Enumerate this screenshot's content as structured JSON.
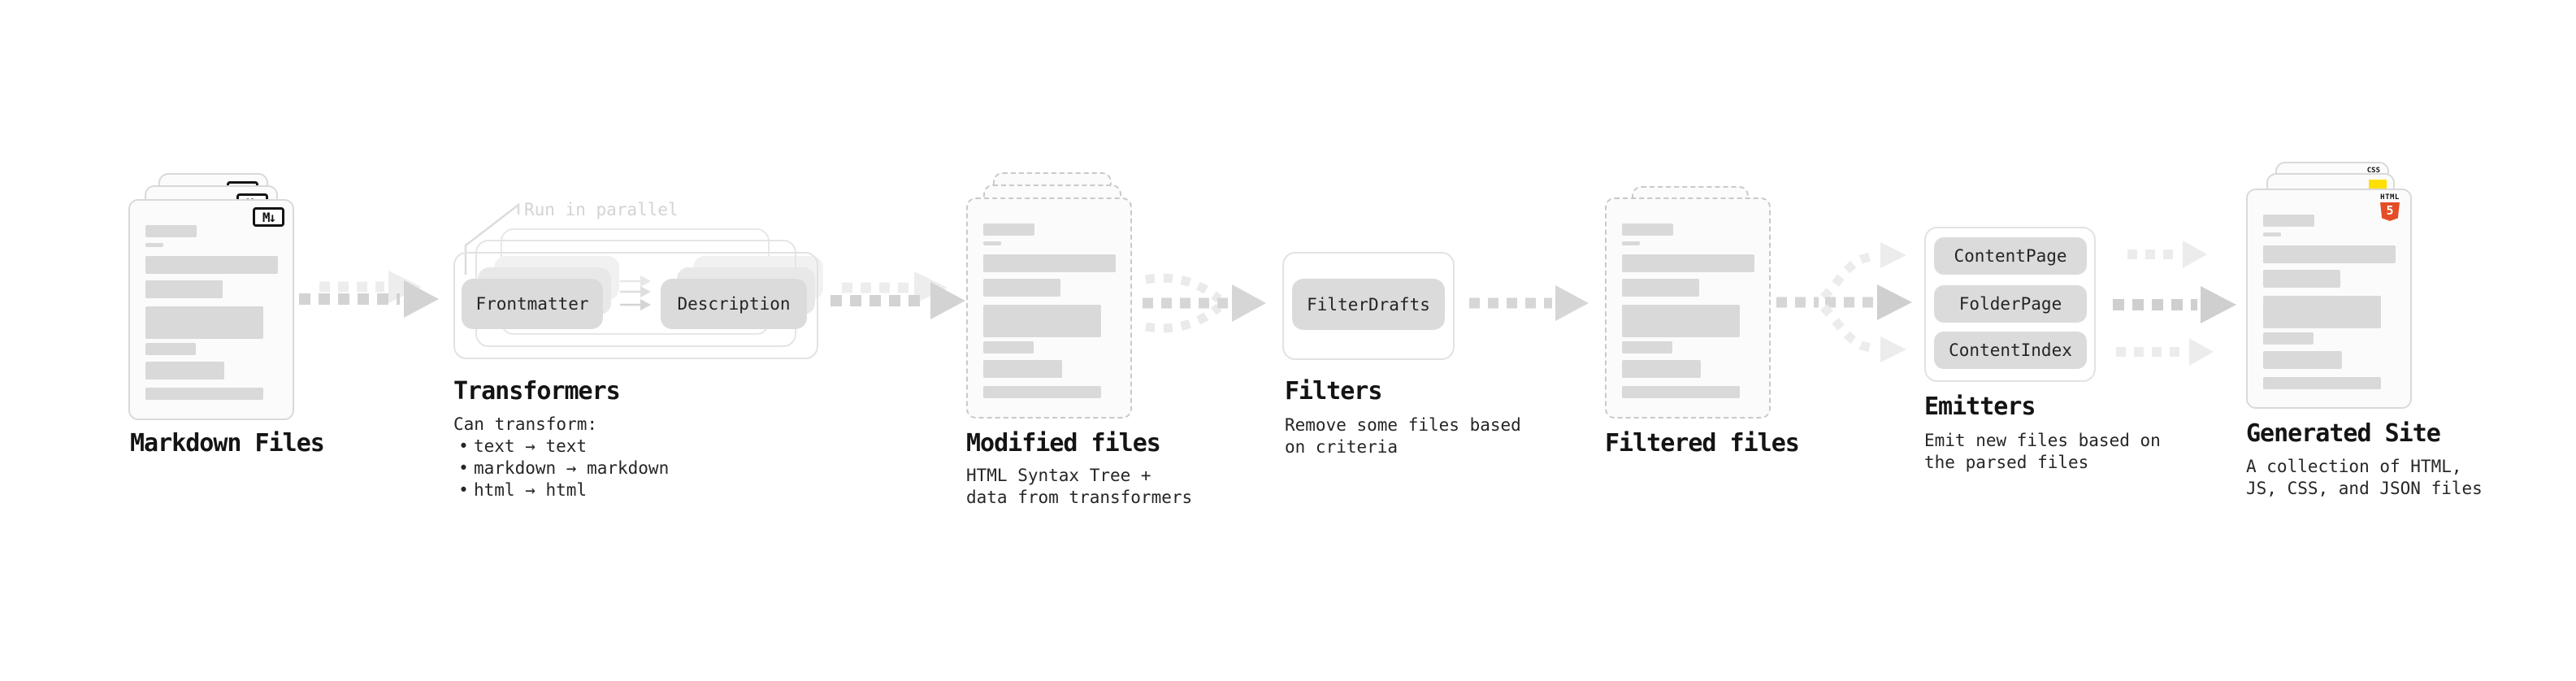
{
  "diagram": {
    "stages": {
      "markdown_files": {
        "title": "Markdown Files",
        "icon_label": "M↓"
      },
      "transformers": {
        "title": "Transformers",
        "parallel_note": "Run in parallel",
        "pills": [
          "Frontmatter",
          "Description"
        ],
        "caption_intro": "Can transform:",
        "bullet_glyph": "•",
        "caption_bullets": [
          "text → text",
          "markdown → markdown",
          "html → html"
        ]
      },
      "modified_files": {
        "title": "Modified files",
        "caption_lines": [
          "HTML Syntax Tree +",
          "data from transformers"
        ]
      },
      "filters": {
        "title": "Filters",
        "pills": [
          "FilterDrafts"
        ],
        "caption_lines": [
          "Remove some files based",
          "on criteria"
        ]
      },
      "filtered_files": {
        "title": "Filtered files"
      },
      "emitters": {
        "title": "Emitters",
        "pills": [
          "ContentPage",
          "FolderPage",
          "ContentIndex"
        ],
        "caption_lines": [
          "Emit new files based on",
          "the parsed files"
        ]
      },
      "generated_site": {
        "title": "Generated Site",
        "caption_lines": [
          "A collection of HTML,",
          "JS, CSS, and JSON files"
        ],
        "badges": {
          "css_label": "CSS",
          "html_label": "HTML",
          "html_number": "5"
        }
      }
    },
    "colors": {
      "arrow_gray": "#d3d3d3",
      "arrow_light": "#ececec",
      "html5_orange": "#e44d26",
      "css_blue": "#2f6fed",
      "js_yellow": "#ffe000"
    }
  }
}
